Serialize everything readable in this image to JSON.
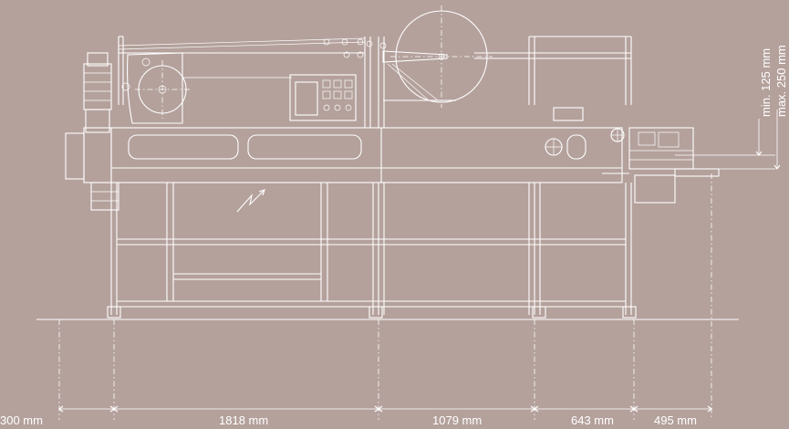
{
  "drawing": {
    "background_color": "#b4a19c",
    "line_color": "#ffffff",
    "subject": "machine-side-elevation"
  },
  "dimensions": {
    "horizontal": [
      "300 mm",
      "1818 mm",
      "1079 mm",
      "643 mm",
      "495 mm"
    ],
    "height_min": "min. 125 mm",
    "height_max": "max. 250 mm"
  }
}
